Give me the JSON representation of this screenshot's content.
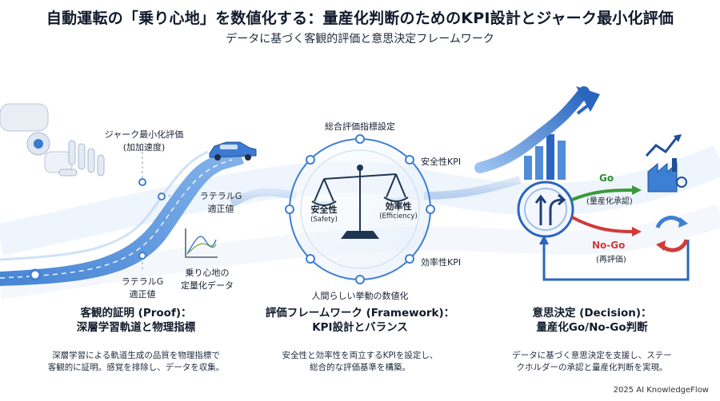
{
  "header": {
    "title": "自動運転の「乗り心地」を数値化する：量産化判断のためのKPI設計とジャーク最小化評価",
    "subtitle": "データに基づく客観的評価と意思決定フレームワーク"
  },
  "left": {
    "jerk_label_1": "ジャーク最小化評価",
    "jerk_label_2": "(加加速度)",
    "lateral_top_1": "ラテラルG",
    "lateral_top_2": "適正値",
    "lateral_bottom_1": "ラテラルG",
    "lateral_bottom_2": "適正値",
    "comfort_1": "乗り心地の",
    "comfort_2": "定量化データ"
  },
  "center": {
    "top": "総合評価指標設定",
    "safety_kpi": "安全性KPI",
    "efficiency_kpi": "効率性KPI",
    "bottom": "人間らしい挙動の数値化",
    "safety_jp": "安全性",
    "safety_en": "(Safety)",
    "efficiency_jp": "効率性",
    "efficiency_en": "(Efficiency)"
  },
  "right": {
    "go": "Go",
    "go_sub": "(量産化承認)",
    "nogo": "No-Go",
    "nogo_sub": "(再評価)"
  },
  "sections": [
    {
      "title_1": "客観的証明 (Proof)：",
      "title_2": "深層学習軌道と物理指標",
      "desc_1": "深層学習による軌道生成の品質を物理指標で",
      "desc_2": "客観的に証明。感覚を排除し、データを収集。"
    },
    {
      "title_1": "評価フレームワーク (Framework)：",
      "title_2": "KPI設計とバランス",
      "desc_1": "安全性と効率性を両立するKPIを設定し、",
      "desc_2": "総合的な評価基準を構築。"
    },
    {
      "title_1": "意思決定 (Decision)：",
      "title_2": "量産化Go/No-Go判断",
      "desc_1": "データに基づく意思決定を支援し、ステー",
      "desc_2": "クホルダーの承認と量産化判断を実現。"
    }
  ],
  "footer": {
    "credit": "2025 AI KnowledgeFlow"
  },
  "colors": {
    "primary": "#2f6fc6",
    "light": "#cfe0f5",
    "go": "#3a9a3a",
    "nogo": "#d23a3a",
    "text": "#1a2333"
  }
}
